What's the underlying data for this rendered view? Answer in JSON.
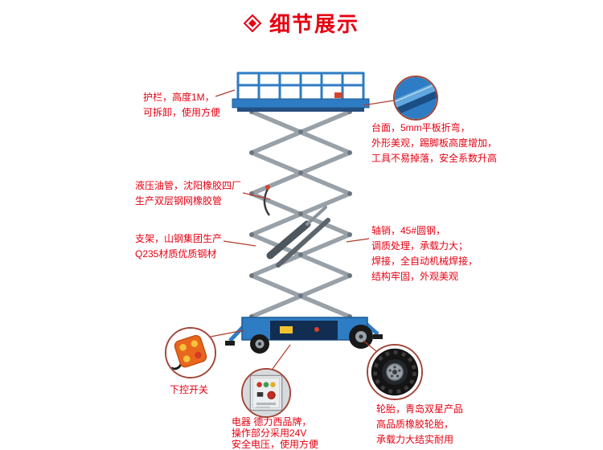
{
  "header": {
    "title": "细节展示"
  },
  "icons": {
    "header": "diamond-icon"
  },
  "colors": {
    "accent": "#e60012",
    "leader_line": "#b23b2e",
    "lift_blue": "#2e7cc3",
    "lift_blue_dark": "#1d5a94",
    "scissor_gray": "#99a1a8",
    "remote_orange": "#e8671c",
    "button_yellow": "#f6c33d",
    "tire_black": "#141414"
  },
  "callouts": {
    "guardrail": {
      "text": "护栏，高度1M，\n可拆卸，使用方便"
    },
    "platform": {
      "text": "台面，5mm平板折弯，\n外形美观，踢脚板高度增加，\n工具不易掉落，安全系数升高"
    },
    "hydraulic": {
      "text": "液压油管，沈阳橡胶四厂\n生产双层钢网橡胶管"
    },
    "frame": {
      "text": "支架，山钢集团生产\nQ235材质优质钢材"
    },
    "pins": {
      "text": "轴销，45#圆钢，\n调质处理，承载力大；\n焊接，全自动机械焊接，\n结构牢固，外观美观"
    },
    "remote": {
      "text": "下控开关"
    },
    "electrics": {
      "text": "电器 德力西品牌，\n操作部分采用24V\n安全电压，使用方便"
    },
    "tires": {
      "text": "轮胎，青岛双星产品\n高品质橡胶轮胎，\n承载力大结实耐用"
    }
  },
  "insets": {
    "platform_detail": "platform-edge-photo",
    "remote_control": "remote-control-photo",
    "control_panel": "control-panel-photo",
    "wheel": "wheel-photo"
  }
}
